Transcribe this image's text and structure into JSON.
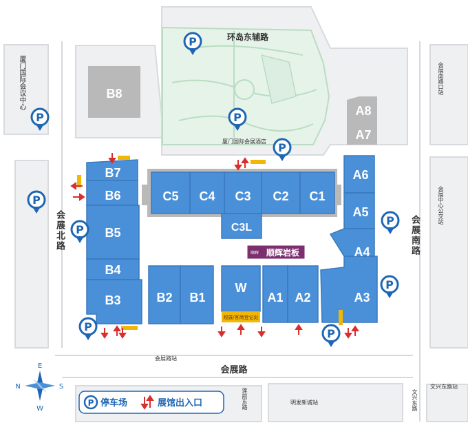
{
  "colors": {
    "hall": "#4a90d9",
    "hall_stroke": "#3a78bd",
    "hall_gray": "#b9b9b9",
    "green": "#e6f3e9",
    "green_line": "#b9dcc2",
    "block": "#eef0f2",
    "road_line": "#d4d6d9",
    "parking": "#1e66b4",
    "arrow": "#d92e2e",
    "sign_bg": "#f2b705",
    "brand_bg": "#7b2f6e"
  },
  "roads": {
    "north": "环岛东辅路",
    "south": "会展路",
    "west": "会展北路",
    "east": "会展南路",
    "lianqian": "莲前东路",
    "minghuo": "明发新城站",
    "wenxing_station": "文兴东路站",
    "wenxing_road": "文兴东路"
  },
  "stations": {
    "huizhan_north": "会展南路口站",
    "huizhan_center": "会展中心公交站",
    "huizhan_road": "会展路站"
  },
  "places": {
    "conference_center": "厦门国际会议中心",
    "hotel": "厦门国际会展酒店",
    "brand": "顺辉岩板",
    "brand_logo": "顺辉"
  },
  "halls": {
    "B8": "B8",
    "B7": "B7",
    "B6": "B6",
    "B5": "B5",
    "B4": "B4",
    "B3": "B3",
    "B2": "B2",
    "B1": "B1",
    "W": "W",
    "C1": "C1",
    "C2": "C2",
    "C3": "C3",
    "C4": "C4",
    "C5": "C5",
    "C3L": "C3L",
    "A1": "A1",
    "A2": "A2",
    "A3": "A3",
    "A4": "A4",
    "A5": "A5",
    "A6": "A6",
    "A7": "A7",
    "A8": "A8"
  },
  "signs": {
    "registration": "观展/客商登记处"
  },
  "compass": {
    "n": "N",
    "s": "S",
    "e": "E",
    "w": "W"
  },
  "legend": {
    "parking_symbol": "P",
    "parking": "停车场",
    "entrance": "展馆出入口"
  }
}
